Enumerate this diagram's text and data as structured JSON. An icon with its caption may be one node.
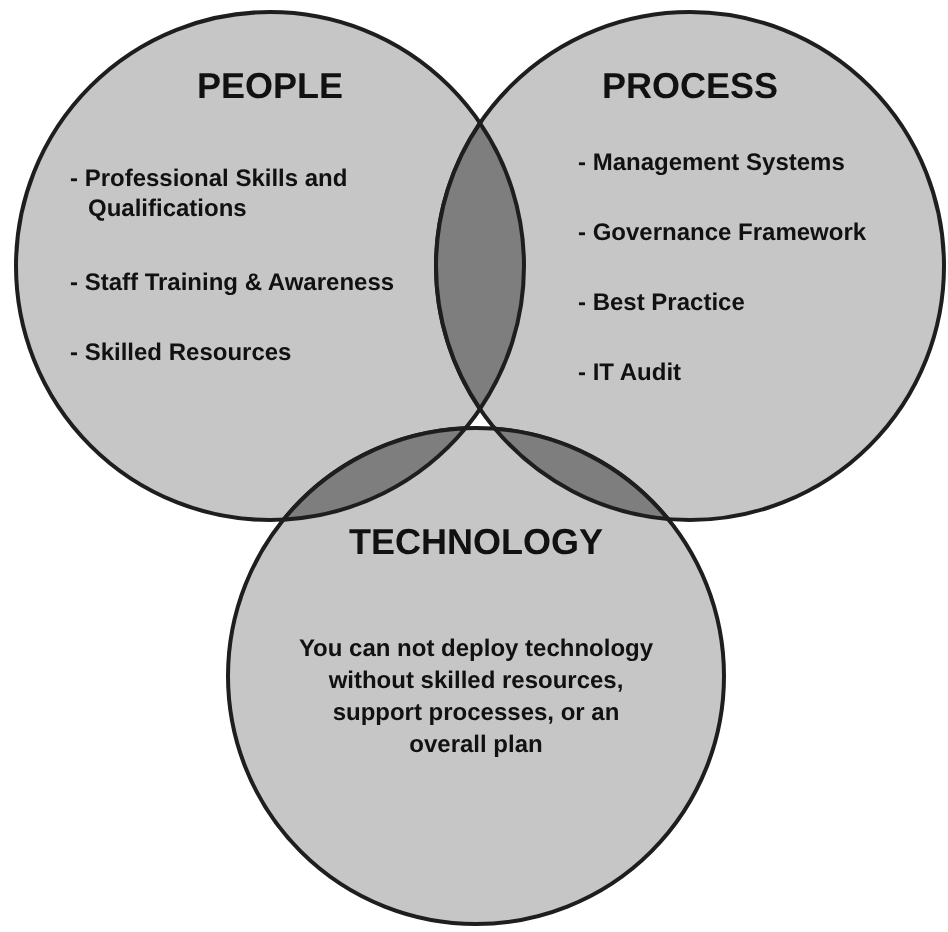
{
  "diagram": {
    "nodes": [
      {
        "text": [
          "PEOPLE",
          "- Professional Skills and Qualifications",
          "- Staff Training & Awareness",
          "- Skilled Resources"
        ]
      },
      {
        "text": [
          "PROCESS",
          "- Management Systems",
          "- Governance Framework",
          "- Best Practice",
          "- IT Audit"
        ]
      },
      {
        "text": [
          "TECHNOLOGY",
          "You can not deploy technology without skilled resources, support processes, or an overall plan"
        ]
      }
    ]
  }
}
